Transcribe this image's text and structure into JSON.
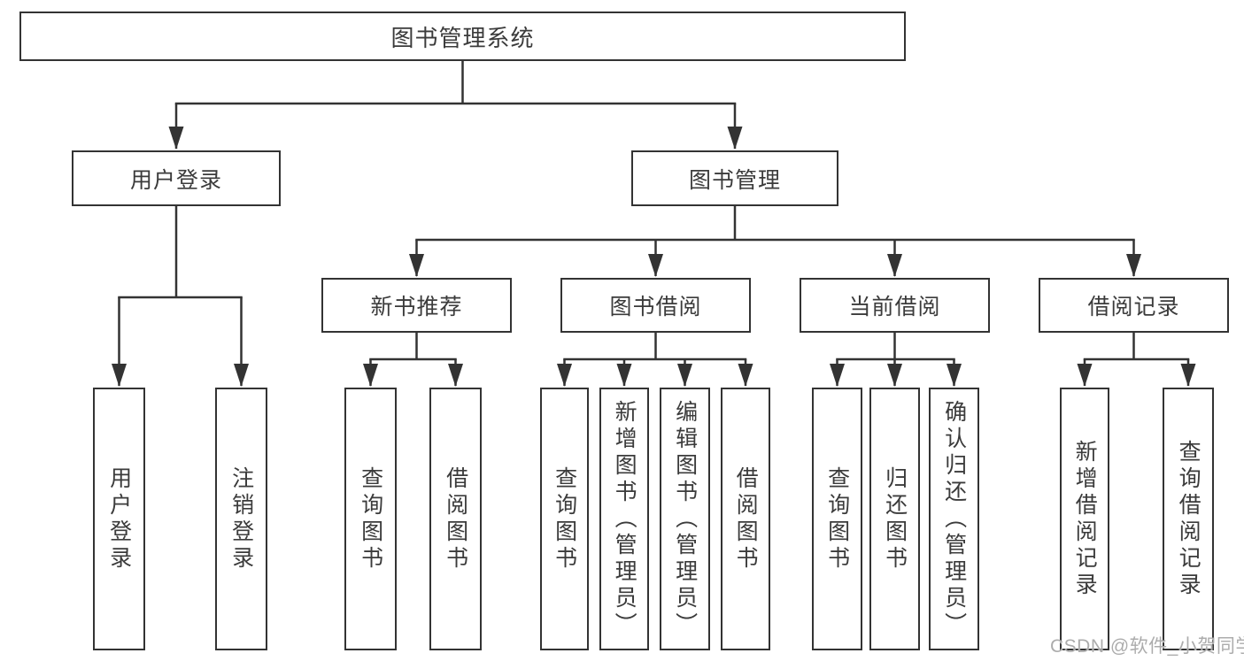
{
  "colors": {
    "line": "#333333",
    "border": "#333333",
    "text": "#3b3b3b",
    "background": "#ffffff",
    "watermark": "#a8a8a8"
  },
  "watermark": {
    "text": "CSDN @软件_小贺同学"
  },
  "tree": {
    "root": {
      "label": "图书管理系统"
    },
    "children": [
      {
        "label": "用户登录",
        "children": [
          {
            "label": "用户登录"
          },
          {
            "label": "注销登录"
          }
        ]
      },
      {
        "label": "图书管理",
        "children": [
          {
            "label": "新书推荐",
            "children": [
              {
                "label": "查询图书"
              },
              {
                "label": "借阅图书"
              }
            ]
          },
          {
            "label": "图书借阅",
            "children": [
              {
                "label": "查询图书"
              },
              {
                "label": "新增图书（管理员）"
              },
              {
                "label": "编辑图书（管理员）"
              },
              {
                "label": "借阅图书"
              }
            ]
          },
          {
            "label": "当前借阅",
            "children": [
              {
                "label": "查询图书"
              },
              {
                "label": "归还图书"
              },
              {
                "label": "确认归还（管理员）"
              }
            ]
          },
          {
            "label": "借阅记录",
            "children": [
              {
                "label": "新增借阅记录"
              },
              {
                "label": "查询借阅记录"
              }
            ]
          }
        ]
      }
    ]
  }
}
